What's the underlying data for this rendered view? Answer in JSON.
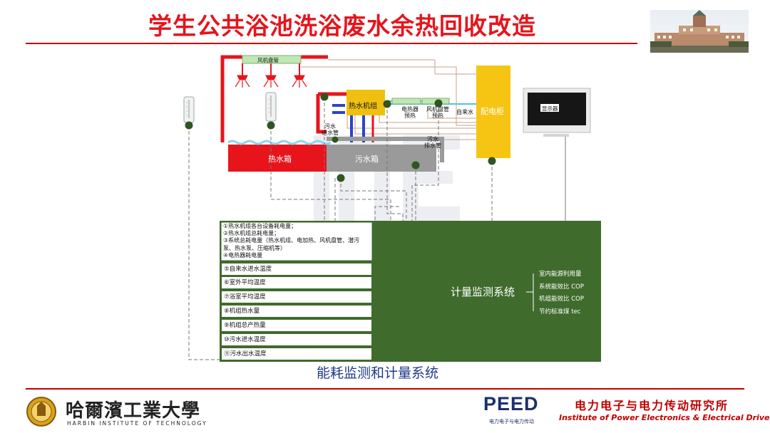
{
  "header": {
    "title": "学生公共浴池洗浴废水余热回收改造"
  },
  "diagram": {
    "fan_coil_top": "风机盘管",
    "heat_pump": "热水机组",
    "electric_heater_preheat": "电热器\n预热",
    "fan_coil_preheat": "风机盘管\n预热",
    "tap_water": "自来水",
    "distribution_cabinet": "配电柜",
    "monitor": "显示器",
    "sewage_inlet_pipe": "污水\n进水管",
    "sewage_outlet_pipe": "污水\n排水管",
    "hot_water_tank": "热水箱",
    "sewage_tank": "污水箱"
  },
  "measurements": {
    "block1": [
      "①热水机组各台设备耗电量；",
      "②热水机组总耗电量；",
      "③系统总耗电量（热水机组、电加热、风机盘管、潜污",
      "泵、热水泵、压缩机等）",
      "④电热器耗电量"
    ],
    "rows": [
      "⑤自来水进水温度",
      "⑥室外平均温度",
      "⑦浴室平均温度",
      "⑧机组热水量",
      "⑨机组总产热量",
      "⑩污水进水温度",
      "⑪污水出水温度"
    ]
  },
  "system": {
    "name": "计量监测系统",
    "metrics": [
      "室内能源利用量",
      "系统能效比 COP",
      "机组能效比 COP",
      "节约标准煤 tec"
    ]
  },
  "caption": "能耗监测和计量系统",
  "footer": {
    "university_cn": "哈爾濱工業大學",
    "university_en": "HARBIN INSTITUTE OF TECHNOLOGY",
    "peed_logo": "PEED",
    "peed_sub": "电力电子与电力传动",
    "institute_cn": "电力电子与电力传动研究所",
    "institute_en": "Institute of Power Electronics & Electrical Drives"
  },
  "colors": {
    "title_red": "#e6141b",
    "hot_tank": "#e8141b",
    "sewage_tank": "#9a9a9a",
    "heat_pump": "#f0c010",
    "cabinet": "#f6c514",
    "system_green": "#3f6b2c",
    "sensor_dot": "#2f5520"
  },
  "icons": [
    "thermometer-icon",
    "shower-head-icon",
    "monitor-icon",
    "campus-photo",
    "hit-emblem-icon"
  ]
}
